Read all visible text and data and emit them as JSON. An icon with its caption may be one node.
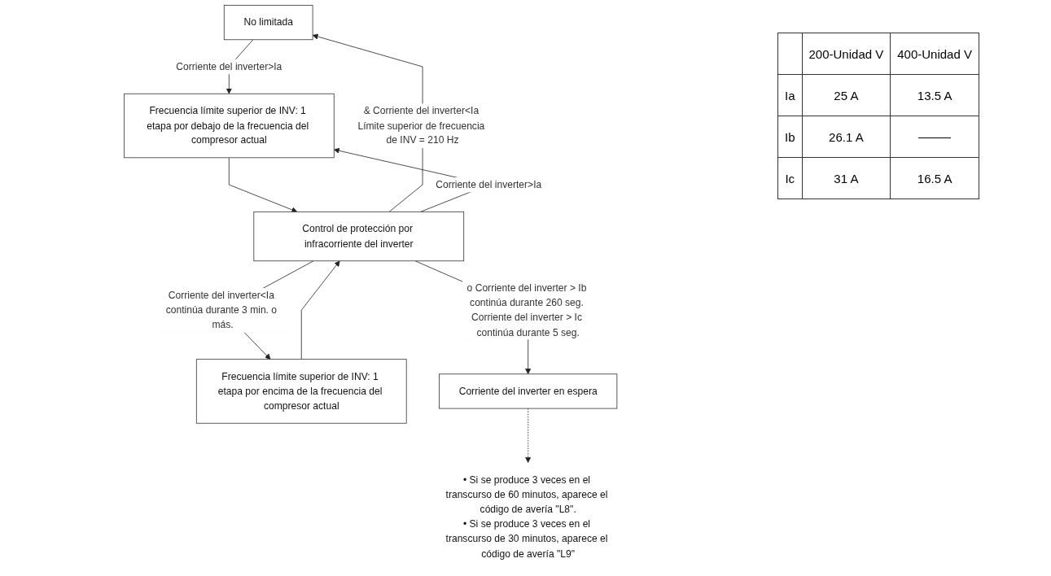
{
  "diagram": {
    "nodes": [
      {
        "text": [
          "No limitada"
        ]
      },
      {
        "text": [
          "Frecuencia límite superior de INV: 1 etapa por debajo de la frecuencia del compresor actual"
        ]
      },
      {
        "text": [
          "Control de protección por infracorriente del inverter"
        ]
      },
      {
        "text": [
          "Frecuencia límite superior de INV: 1 etapa por encima de la frecuencia del compresor actual"
        ]
      },
      {
        "text": [
          "Corriente del inverter en espera"
        ]
      },
      {
        "text": [
          "• Si se produce 3 veces en el transcurso de 60 minutos, aparece el código de avería \"L8\".",
          "• Si se produce 3 veces en el transcurso de 30 minutos, aparece el código de avería \"L9\""
        ]
      }
    ],
    "edges": [
      {
        "from": 0,
        "to": 1,
        "arrow": "to",
        "label": "Corriente del inverter>Ia"
      },
      {
        "from": 1,
        "to": 2,
        "arrow": "to"
      },
      {
        "from": 2,
        "to": 0,
        "arrow": "to",
        "label": "& Corriente del inverter<Ia Límite superior de frecuencia de INV = 210 Hz"
      },
      {
        "from": 2,
        "to": 1,
        "arrow": "to",
        "label": "Corriente del inverter>Ia"
      },
      {
        "from": 2,
        "to": 3,
        "arrow": "to",
        "label": "Corriente del inverter<Ia continúa durante 3 min. o más."
      },
      {
        "from": 3,
        "to": 2,
        "arrow": "to"
      },
      {
        "from": 2,
        "to": 4,
        "arrow": "to",
        "label": "o Corriente del inverter > Ib continúa durante 260 seg. Corriente del inverter > Ic continúa durante 5 seg."
      },
      {
        "from": 4,
        "to": 5,
        "arrow": "to",
        "style": "dashed"
      }
    ],
    "labels": [
      "200-Unidad V",
      "400-Unidad V",
      "Ia",
      "25 A",
      "13.5 A",
      "Ib",
      "26.1 A",
      "Ic",
      "31 A",
      "16.5 A"
    ]
  }
}
